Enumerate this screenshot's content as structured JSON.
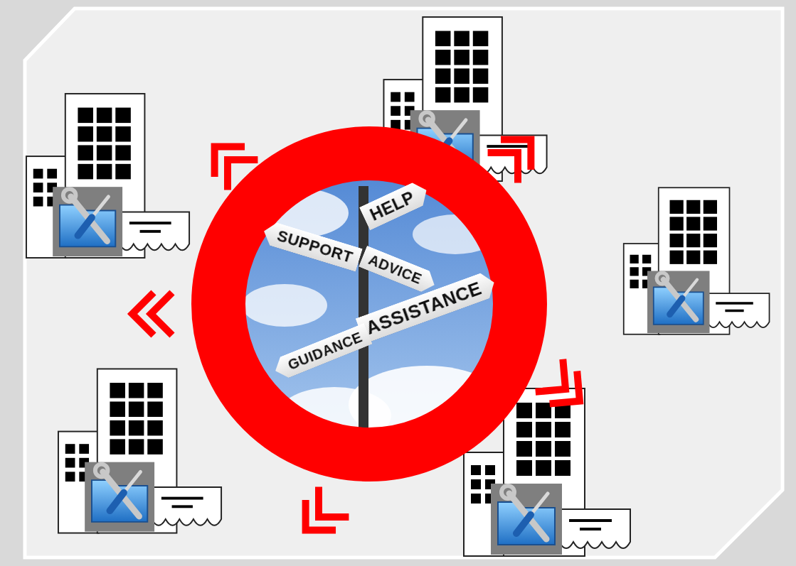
{
  "diagram": {
    "nodes": [
      {
        "text": [
          "HELP"
        ]
      },
      {
        "text": [
          "SUPPORT"
        ]
      },
      {
        "text": [
          "ADVICE"
        ]
      },
      {
        "text": [
          "ASSISTANCE"
        ]
      },
      {
        "text": [
          "GUIDANCE"
        ]
      }
    ]
  }
}
